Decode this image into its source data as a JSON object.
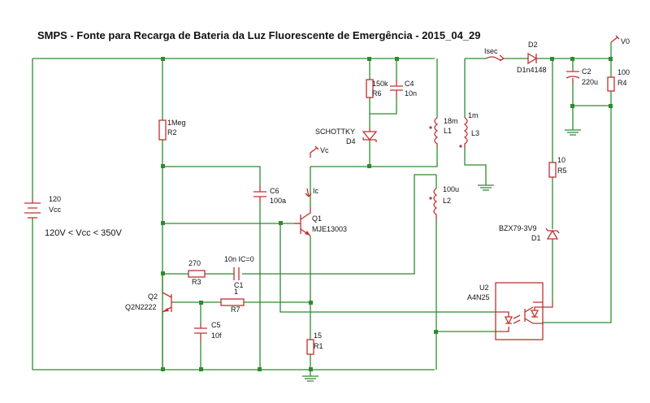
{
  "title": "SMPS - Fonte para Recarga de Bateria da Luz Fluorescente de Emergência - 2015_04_29",
  "note": "120V < Vcc < 350V",
  "components": {
    "vcc": {
      "value": "120",
      "name": "Vcc"
    },
    "r2": {
      "value": "1Meg",
      "name": "R2"
    },
    "r6": {
      "value": "150k",
      "name": "R6"
    },
    "c4": {
      "value": "C4",
      "name": "10n"
    },
    "d4": {
      "type": "SCHOTTKY",
      "name": "D4"
    },
    "l1": {
      "value": "18m",
      "name": "L1"
    },
    "l3": {
      "value": "1m",
      "name": "L3"
    },
    "l2": {
      "value": "100u",
      "name": "L2"
    },
    "c6": {
      "value": "C6",
      "name": "100a"
    },
    "q1": {
      "name": "Q1",
      "part": "MJE13003"
    },
    "q2": {
      "name": "Q2",
      "part": "Q2N2222"
    },
    "r3": {
      "value": "270",
      "name": "R3"
    },
    "c1": {
      "value": "10n IC=0",
      "name": "C1"
    },
    "r7": {
      "value": "1",
      "name": "R7"
    },
    "c5": {
      "value": "C5",
      "name": "10f"
    },
    "r1": {
      "value": "15",
      "name": "R1"
    },
    "d2": {
      "value": "D2",
      "name": "D1n4148"
    },
    "c2": {
      "value": "C2",
      "name": "220u"
    },
    "r4": {
      "value": "100",
      "name": "R4"
    },
    "r5": {
      "value": "10",
      "name": "R5"
    },
    "d1": {
      "value": "BZX79-3V9",
      "name": "D1"
    },
    "u2": {
      "value": "U2",
      "name": "A4N25"
    }
  },
  "probes": {
    "vc": "Vc",
    "ic": "Ic",
    "isec": "Isec",
    "v0": "V0"
  }
}
